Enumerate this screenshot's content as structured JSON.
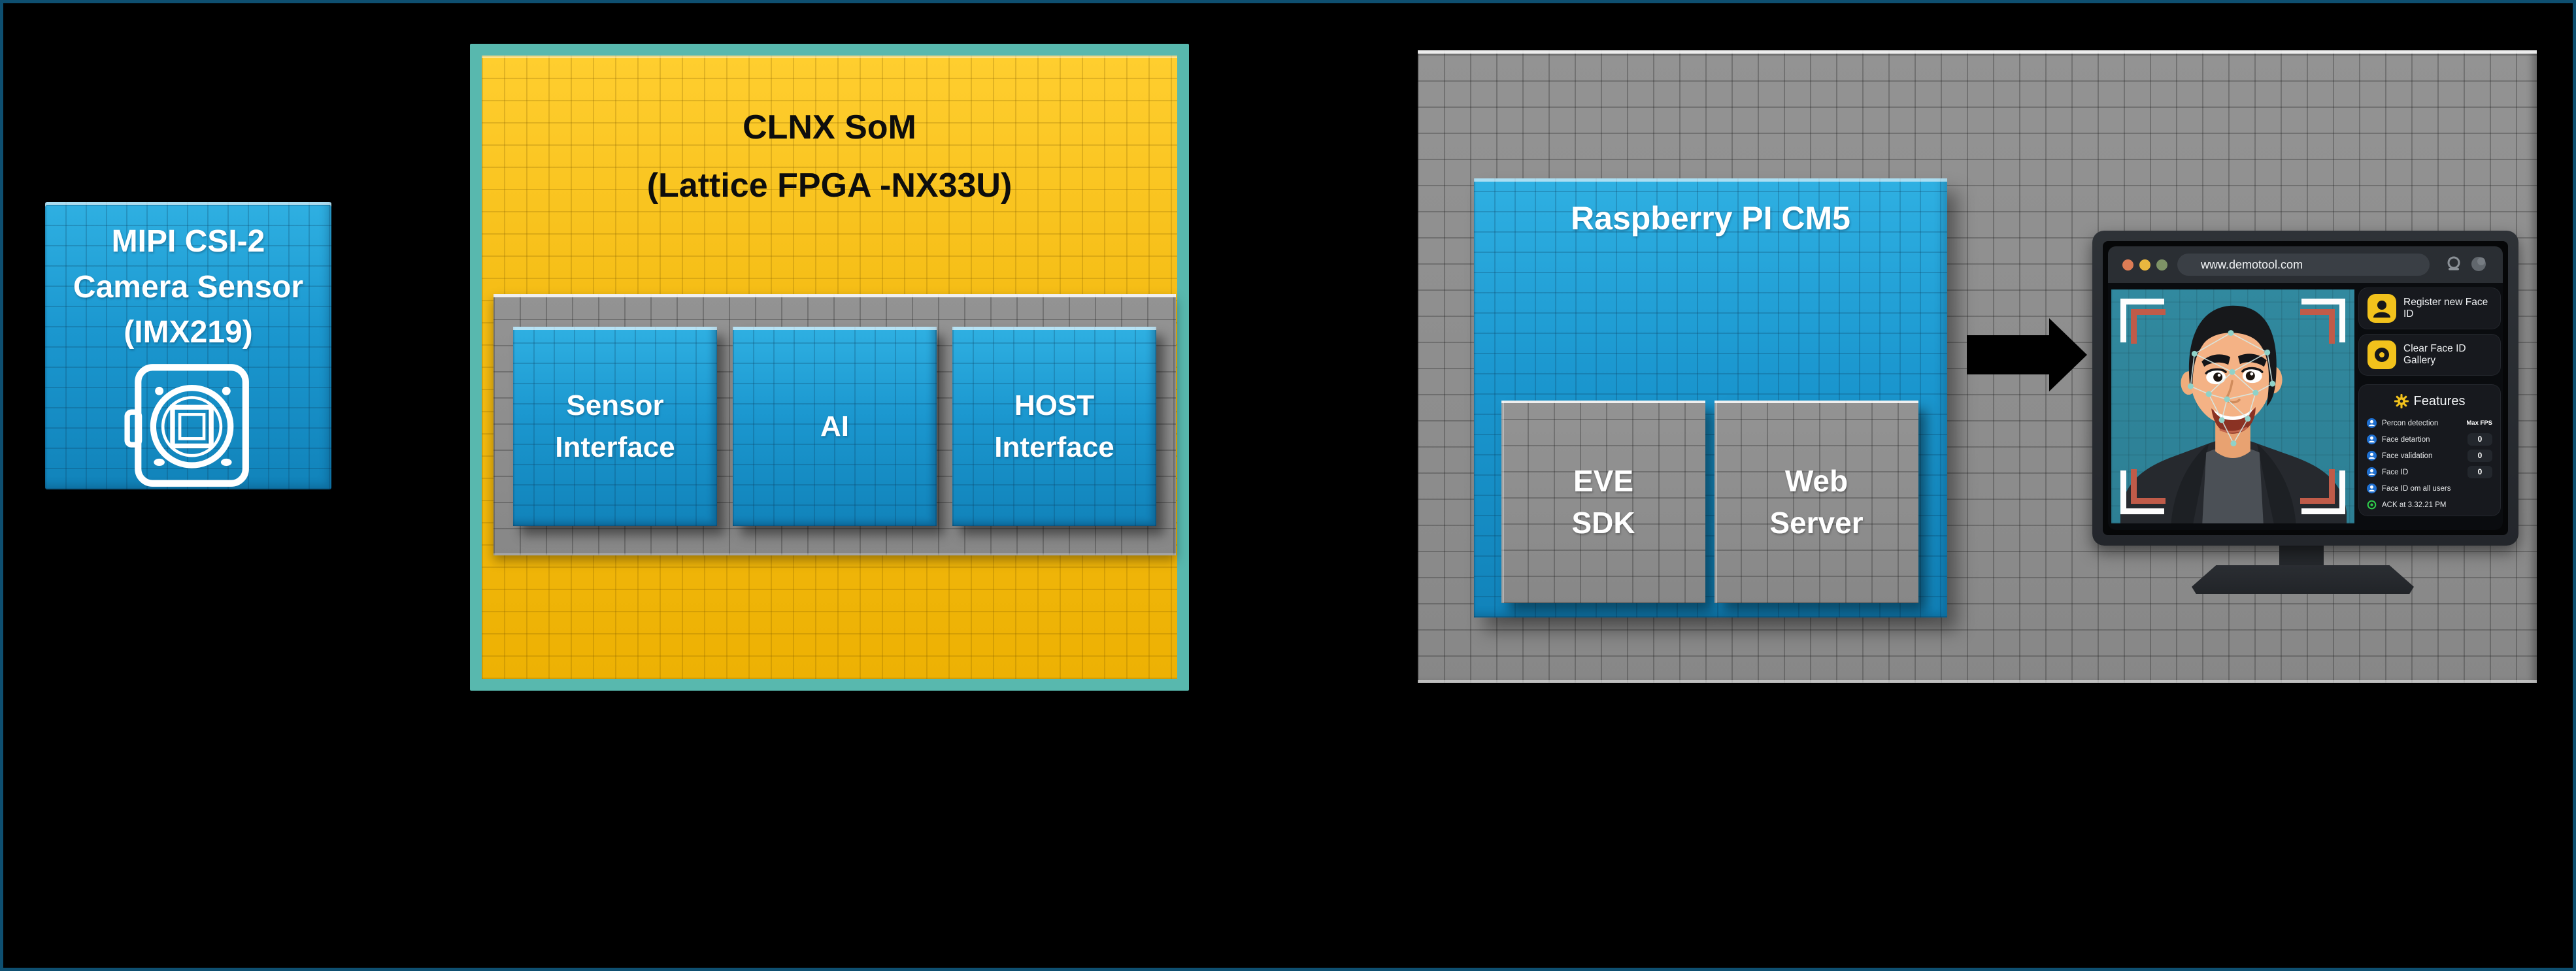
{
  "diagram": {
    "camera_box": {
      "title": "MIPI CSI-2\nCamera Sensor\n(IMX219)"
    },
    "som_box": {
      "title": "CLNX SoM\n(Lattice FPGA -NX33U)",
      "blocks": [
        {
          "label": "Sensor\nInterface"
        },
        {
          "label": "AI"
        },
        {
          "label": "HOST\nInterface"
        }
      ]
    },
    "host_panel": {
      "board_title": "Raspberry PI CM5",
      "blocks": [
        {
          "label": "EVE\nSDK"
        },
        {
          "label": "Web\nServer"
        }
      ]
    }
  },
  "monitor": {
    "browser_url": "www.demotool.com",
    "actions": [
      {
        "label": "Register new Face ID",
        "icon": "user-badge-icon"
      },
      {
        "label": "Clear Face ID Gallery",
        "icon": "camera-lens-icon"
      }
    ],
    "features": {
      "title": "Features",
      "fps_header": "Max FPS",
      "rows": [
        {
          "label": "Percon detection"
        },
        {
          "label": "Face detartion",
          "value": "0"
        },
        {
          "label": "Face validation",
          "value": "0"
        },
        {
          "label": "Face ID",
          "value": "0"
        },
        {
          "label": "Face ID om all users"
        },
        {
          "label": "ACK at 3.32.21 PM"
        }
      ]
    }
  },
  "colors": {
    "block_blue": "#1b97cf",
    "som_yellow": "#f5bd15",
    "som_border_teal": "#58b8ae",
    "panel_gray": "#8d8d8d",
    "video_teal": "#2f8398",
    "accent_yellow": "#f2c21c",
    "feature_icon_blue": "#1e6fd0",
    "ack_green": "#2ecc4b",
    "arrow": "#000000",
    "canvas_border": "#0e4f70"
  }
}
